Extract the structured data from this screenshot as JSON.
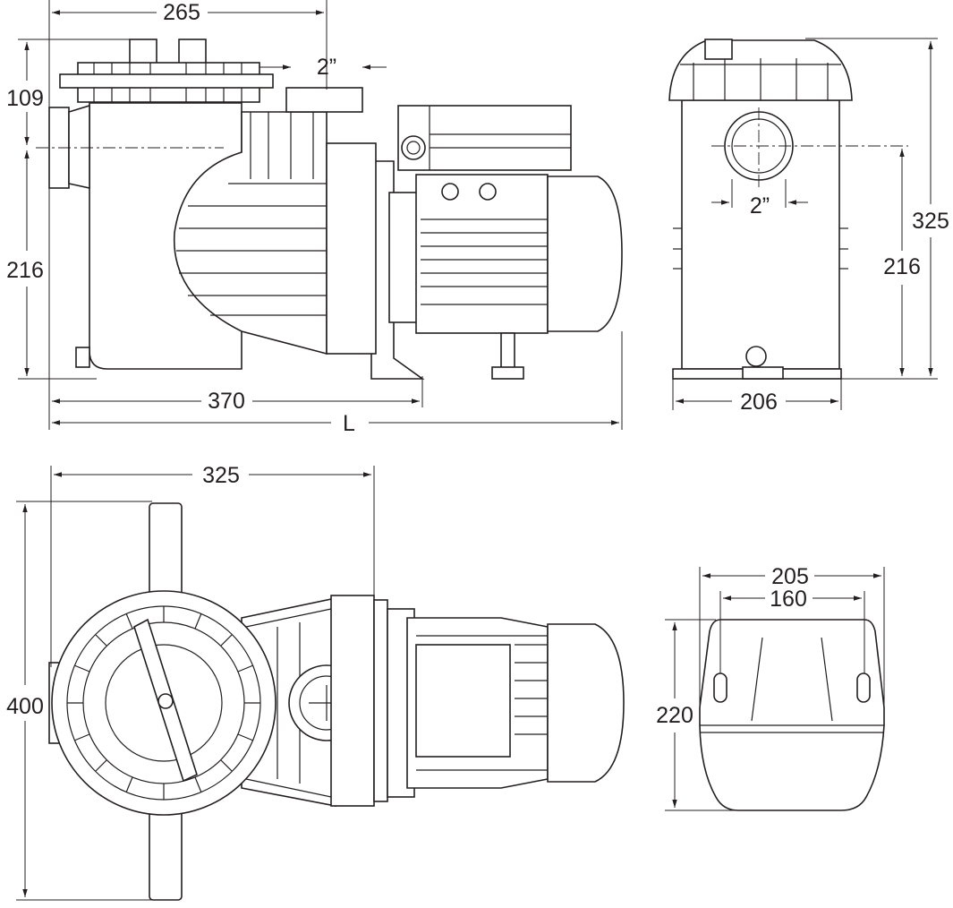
{
  "title": "Pump dimensional drawing",
  "colors": {
    "ink": "#231f20",
    "background": "#ffffff"
  },
  "side_view": {
    "d_top_width": "265",
    "d_port": "2”",
    "d_lid_height": "109",
    "d_axis_height": "216",
    "d_pump_length": "370",
    "d_total_length": "L"
  },
  "end_view": {
    "d_total_height": "325",
    "d_axis_height": "216",
    "d_base_width": "206",
    "d_port": "2”"
  },
  "top_view": {
    "d_width": "325",
    "d_handle_length": "400"
  },
  "base_view": {
    "d_outer_width": "205",
    "d_hole_spacing": "160",
    "d_height": "220"
  }
}
